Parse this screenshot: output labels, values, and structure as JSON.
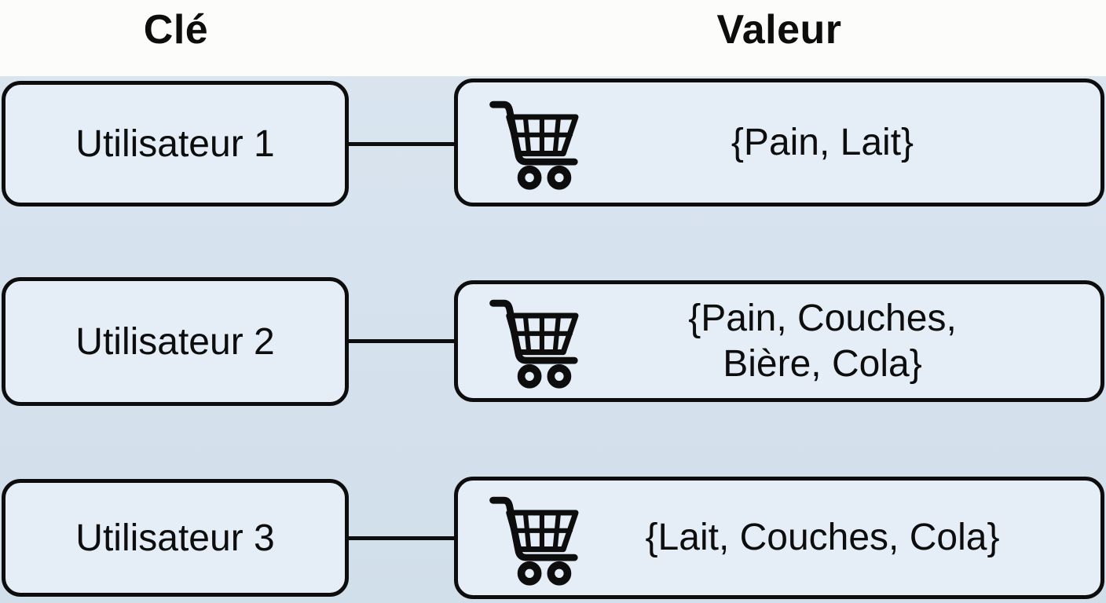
{
  "colors": {
    "background_top": "#fcfcfa",
    "background": "#d9e4ef",
    "background_bottom": "#d1dfeb",
    "panel_fill": "#e5eef6",
    "ink": "#0d0d0d"
  },
  "headers": {
    "key_label": "Clé",
    "value_label": "Valeur"
  },
  "icons": {
    "cart_icon": "shopping-cart-icon"
  },
  "rows": [
    {
      "key": "Utilisateur 1",
      "value_lines": [
        "{Pain, Lait}"
      ]
    },
    {
      "key": "Utilisateur 2",
      "value_lines": [
        "{Pain, Couches,",
        "Bière, Cola}"
      ]
    },
    {
      "key": "Utilisateur 3",
      "value_lines": [
        "{Lait, Couches, Cola}"
      ]
    }
  ]
}
